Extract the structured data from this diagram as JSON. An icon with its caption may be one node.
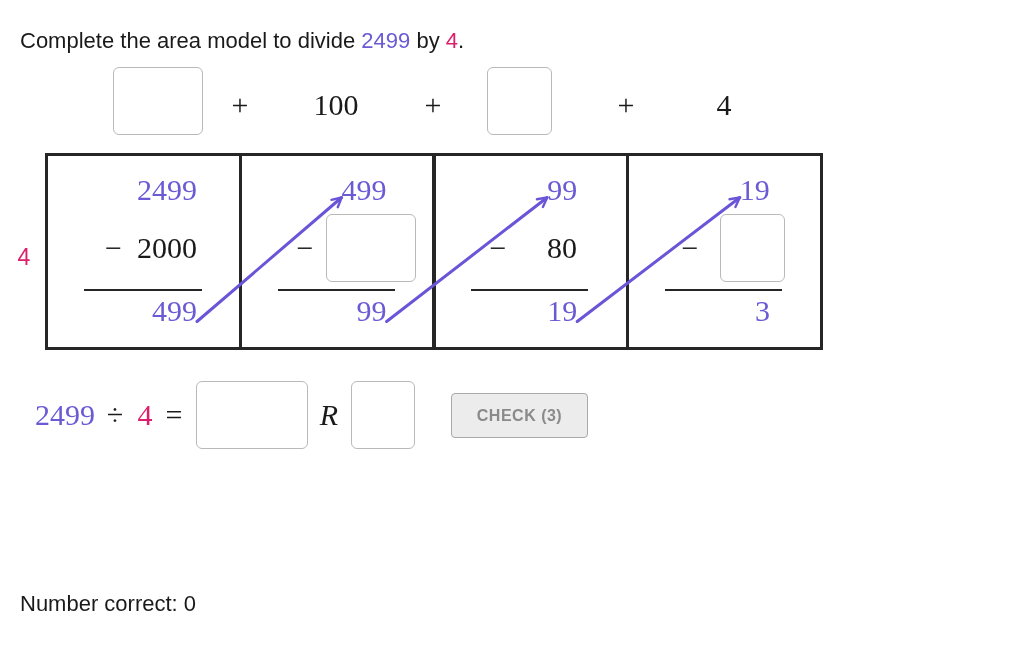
{
  "diagram": {
    "title": "Complete the area model to divide 2499 by 4.",
    "nodes": [
      {
        "text": [],
        "shape": "box"
      },
      {
        "text": [
          "499"
        ],
        "in": 0
      },
      {
        "text": [],
        "shape": "box"
      },
      {
        "text": [
          "499"
        ],
        "in": 2
      },
      {
        "text": [
          "99"
        ],
        "in": 2
      },
      {
        "text": [],
        "shape": "box"
      },
      {
        "text": [
          "99"
        ],
        "in": 5
      },
      {
        "text": [
          "19"
        ],
        "in": 5
      },
      {
        "text": [],
        "shape": "box"
      },
      {
        "text": [
          "19"
        ],
        "in": 8
      }
    ],
    "edges": [
      {
        "from": 1,
        "to": 3,
        "arrow": "to"
      },
      {
        "from": 4,
        "to": 6,
        "arrow": "to"
      },
      {
        "from": 7,
        "to": 9,
        "arrow": "to"
      }
    ],
    "labels": [
      "+",
      "100",
      "+",
      "+",
      "4",
      "2499",
      "4",
      "− 2000",
      "−",
      "− 80",
      "−",
      "3",
      "2499",
      "÷",
      "4",
      "=",
      "R",
      "CHECK (3)",
      "Number correct: 0"
    ]
  }
}
